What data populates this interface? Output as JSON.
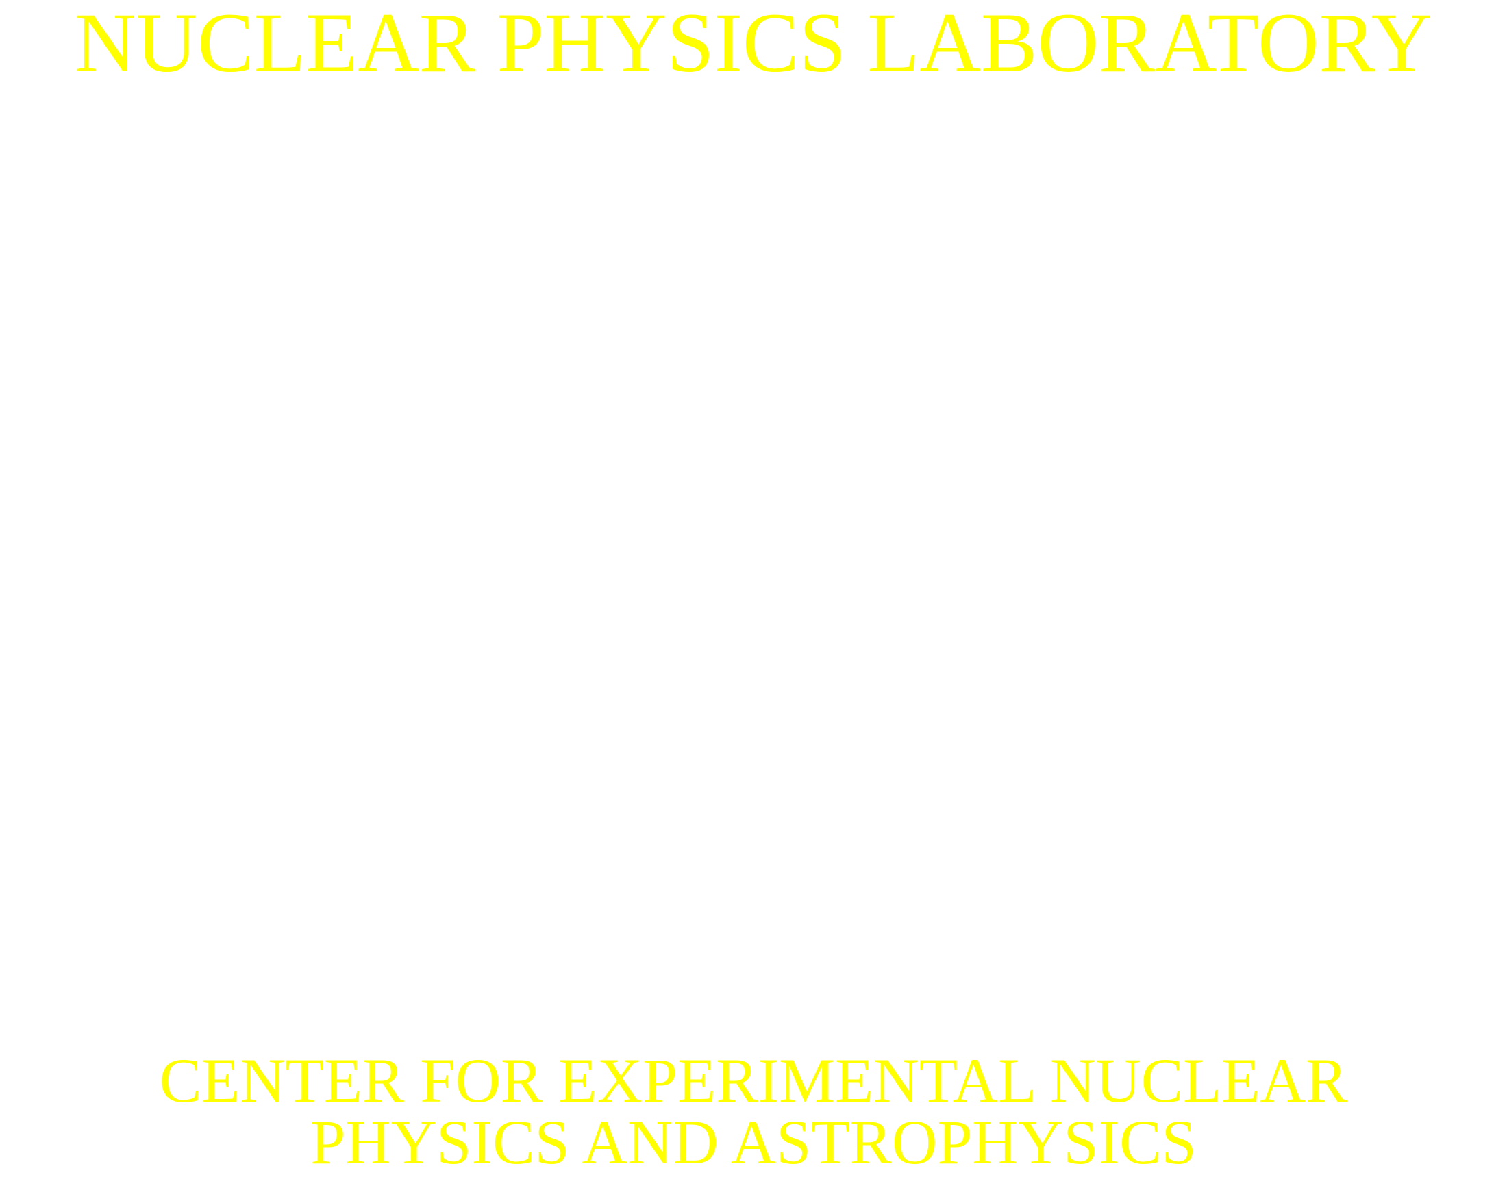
{
  "colors": {
    "background": "#ffffff",
    "text": "#ffff00"
  },
  "header": {
    "title": "NUCLEAR PHYSICS LABORATORY"
  },
  "footer": {
    "line1": "CENTER FOR EXPERIMENTAL NUCLEAR",
    "line2": "PHYSICS AND ASTROPHYSICS"
  }
}
